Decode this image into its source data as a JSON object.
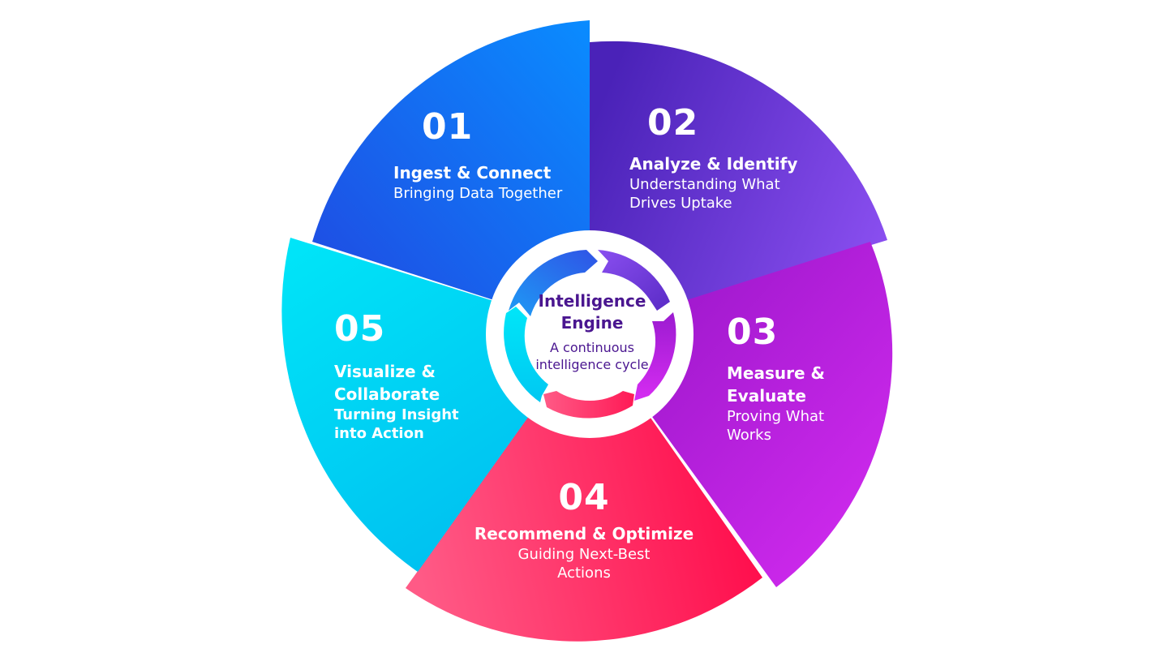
{
  "center": {
    "title": "Intelligence Engine",
    "subtitle": "A continuous intelligence cycle"
  },
  "segments": [
    {
      "number": "01",
      "title": "Ingest & Connect",
      "subtitle": "Bringing Data Together",
      "color_start": "#0a8cff",
      "color_end": "#2146e0"
    },
    {
      "number": "02",
      "title": "Analyze & Identify",
      "subtitle": "Understanding What Drives Uptake",
      "color_start": "#4a22b8",
      "color_end": "#8a4ff0"
    },
    {
      "number": "03",
      "title": "Measure & Evaluate",
      "subtitle": "Proving What Works",
      "color_start": "#9214c4",
      "color_end": "#d62cf2"
    },
    {
      "number": "04",
      "title": "Recommend & Optimize",
      "subtitle": "Guiding Next-Best Actions",
      "color_start": "#ff5a86",
      "color_end": "#ff0848"
    },
    {
      "number": "05",
      "title": "Visualize & Collaborate",
      "subtitle": "Turning Insight into Action",
      "color_start": "#00e6f8",
      "color_end": "#00bff0"
    }
  ]
}
